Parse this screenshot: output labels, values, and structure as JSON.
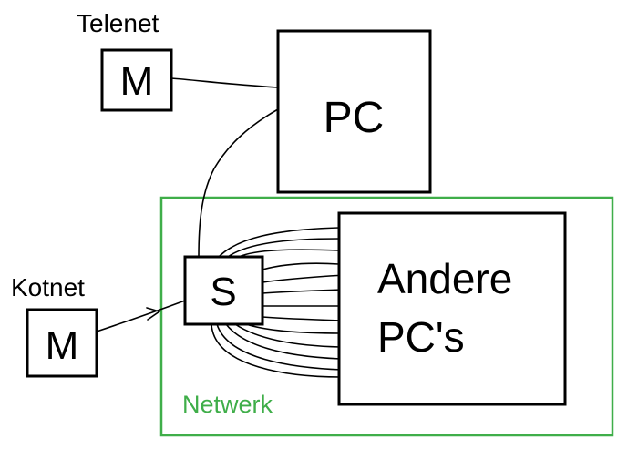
{
  "diagram": {
    "telenet_label": "Telenet",
    "telenet_modem_label": "M",
    "kotnet_label": "Kotnet",
    "kotnet_modem_label": "M",
    "pc_label": "PC",
    "switch_label": "S",
    "other_pcs_line1": "Andere",
    "other_pcs_line2": "PC's",
    "network_label": "Netwerk",
    "colors": {
      "network_border": "#3fae49",
      "network_text": "#3fae49",
      "stroke": "#000000"
    }
  }
}
